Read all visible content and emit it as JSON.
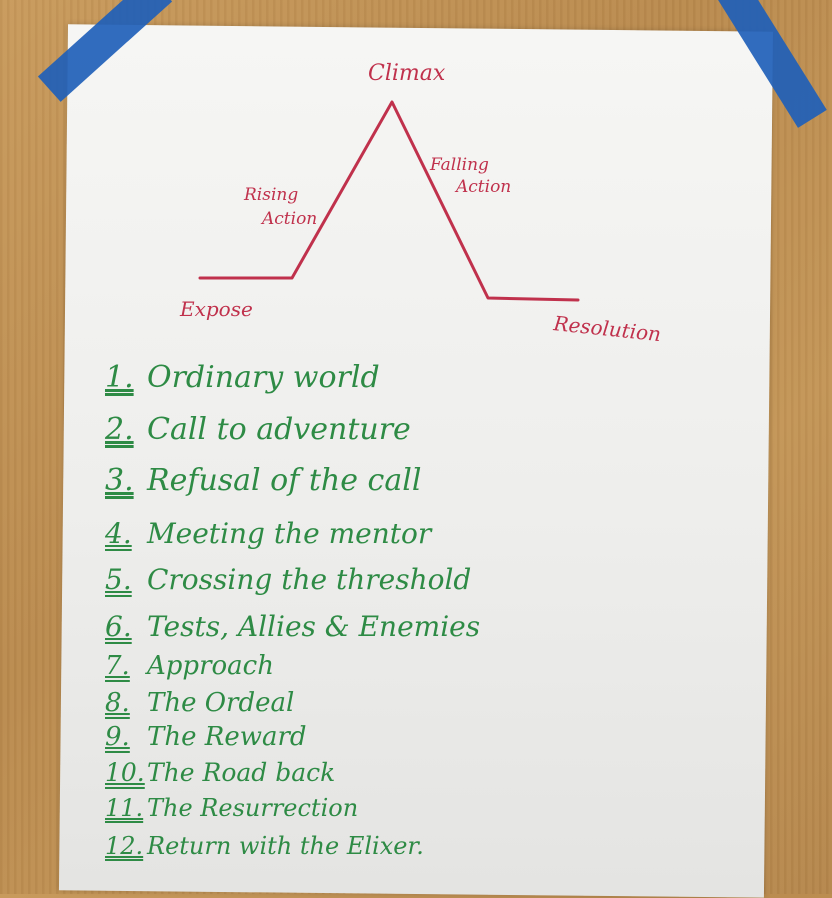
{
  "diagram": {
    "climax": "Climax",
    "rising_action": [
      "Rising",
      "Action"
    ],
    "falling_action": [
      "Falling",
      "Action"
    ],
    "expose": "Expose",
    "resolution": "Resolution",
    "ink_color": "#c0314c"
  },
  "list": {
    "ink_color": "#2e8b45",
    "items": [
      {
        "num": "1.",
        "text": "Ordinary world"
      },
      {
        "num": "2.",
        "text": "Call to adventure"
      },
      {
        "num": "3.",
        "text": "Refusal of the call"
      },
      {
        "num": "4.",
        "text": "Meeting the mentor"
      },
      {
        "num": "5.",
        "text": "Crossing the threshold"
      },
      {
        "num": "6.",
        "text": "Tests, Allies & Enemies"
      },
      {
        "num": "7.",
        "text": "Approach"
      },
      {
        "num": "8.",
        "text": "The Ordeal"
      },
      {
        "num": "9.",
        "text": "The Reward"
      },
      {
        "num": "10.",
        "text": "The Road back"
      },
      {
        "num": "11.",
        "text": "The Resurrection"
      },
      {
        "num": "12.",
        "text": "Return with the Elixer."
      }
    ]
  },
  "tape_color": "#1f5fb8"
}
